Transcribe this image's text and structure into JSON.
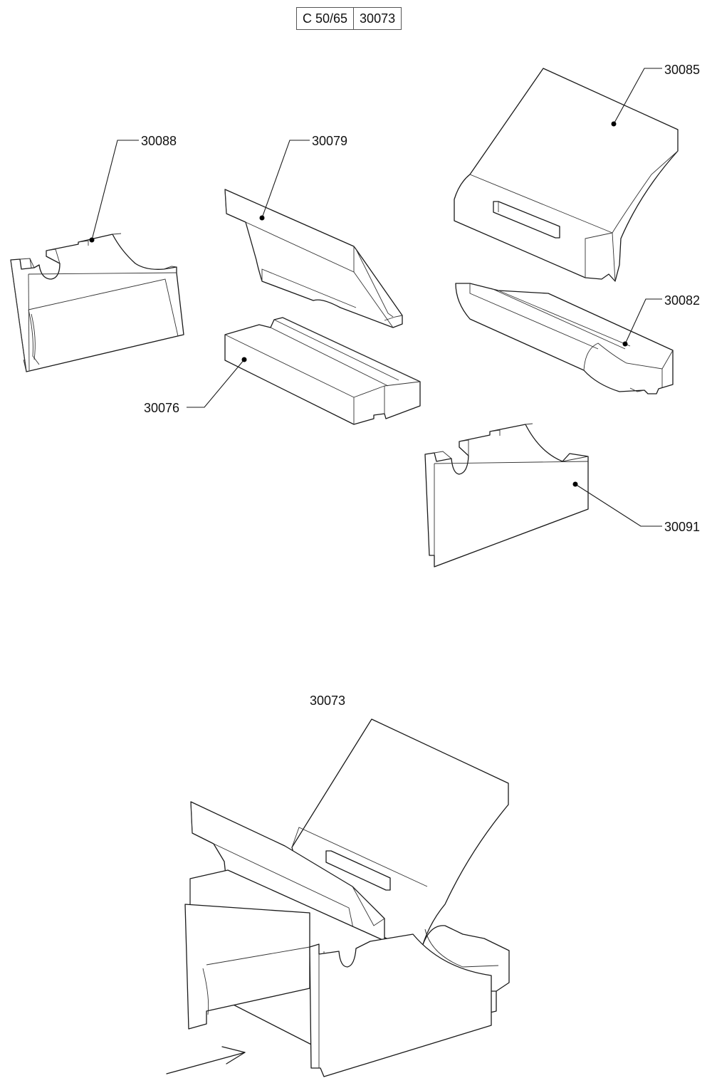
{
  "header": {
    "model": "C 50/65",
    "part_number": "30073"
  },
  "parts": [
    {
      "id": "30088"
    },
    {
      "id": "30079"
    },
    {
      "id": "30085"
    },
    {
      "id": "30082"
    },
    {
      "id": "30076"
    },
    {
      "id": "30091"
    }
  ],
  "assembly": {
    "label": "30073"
  }
}
